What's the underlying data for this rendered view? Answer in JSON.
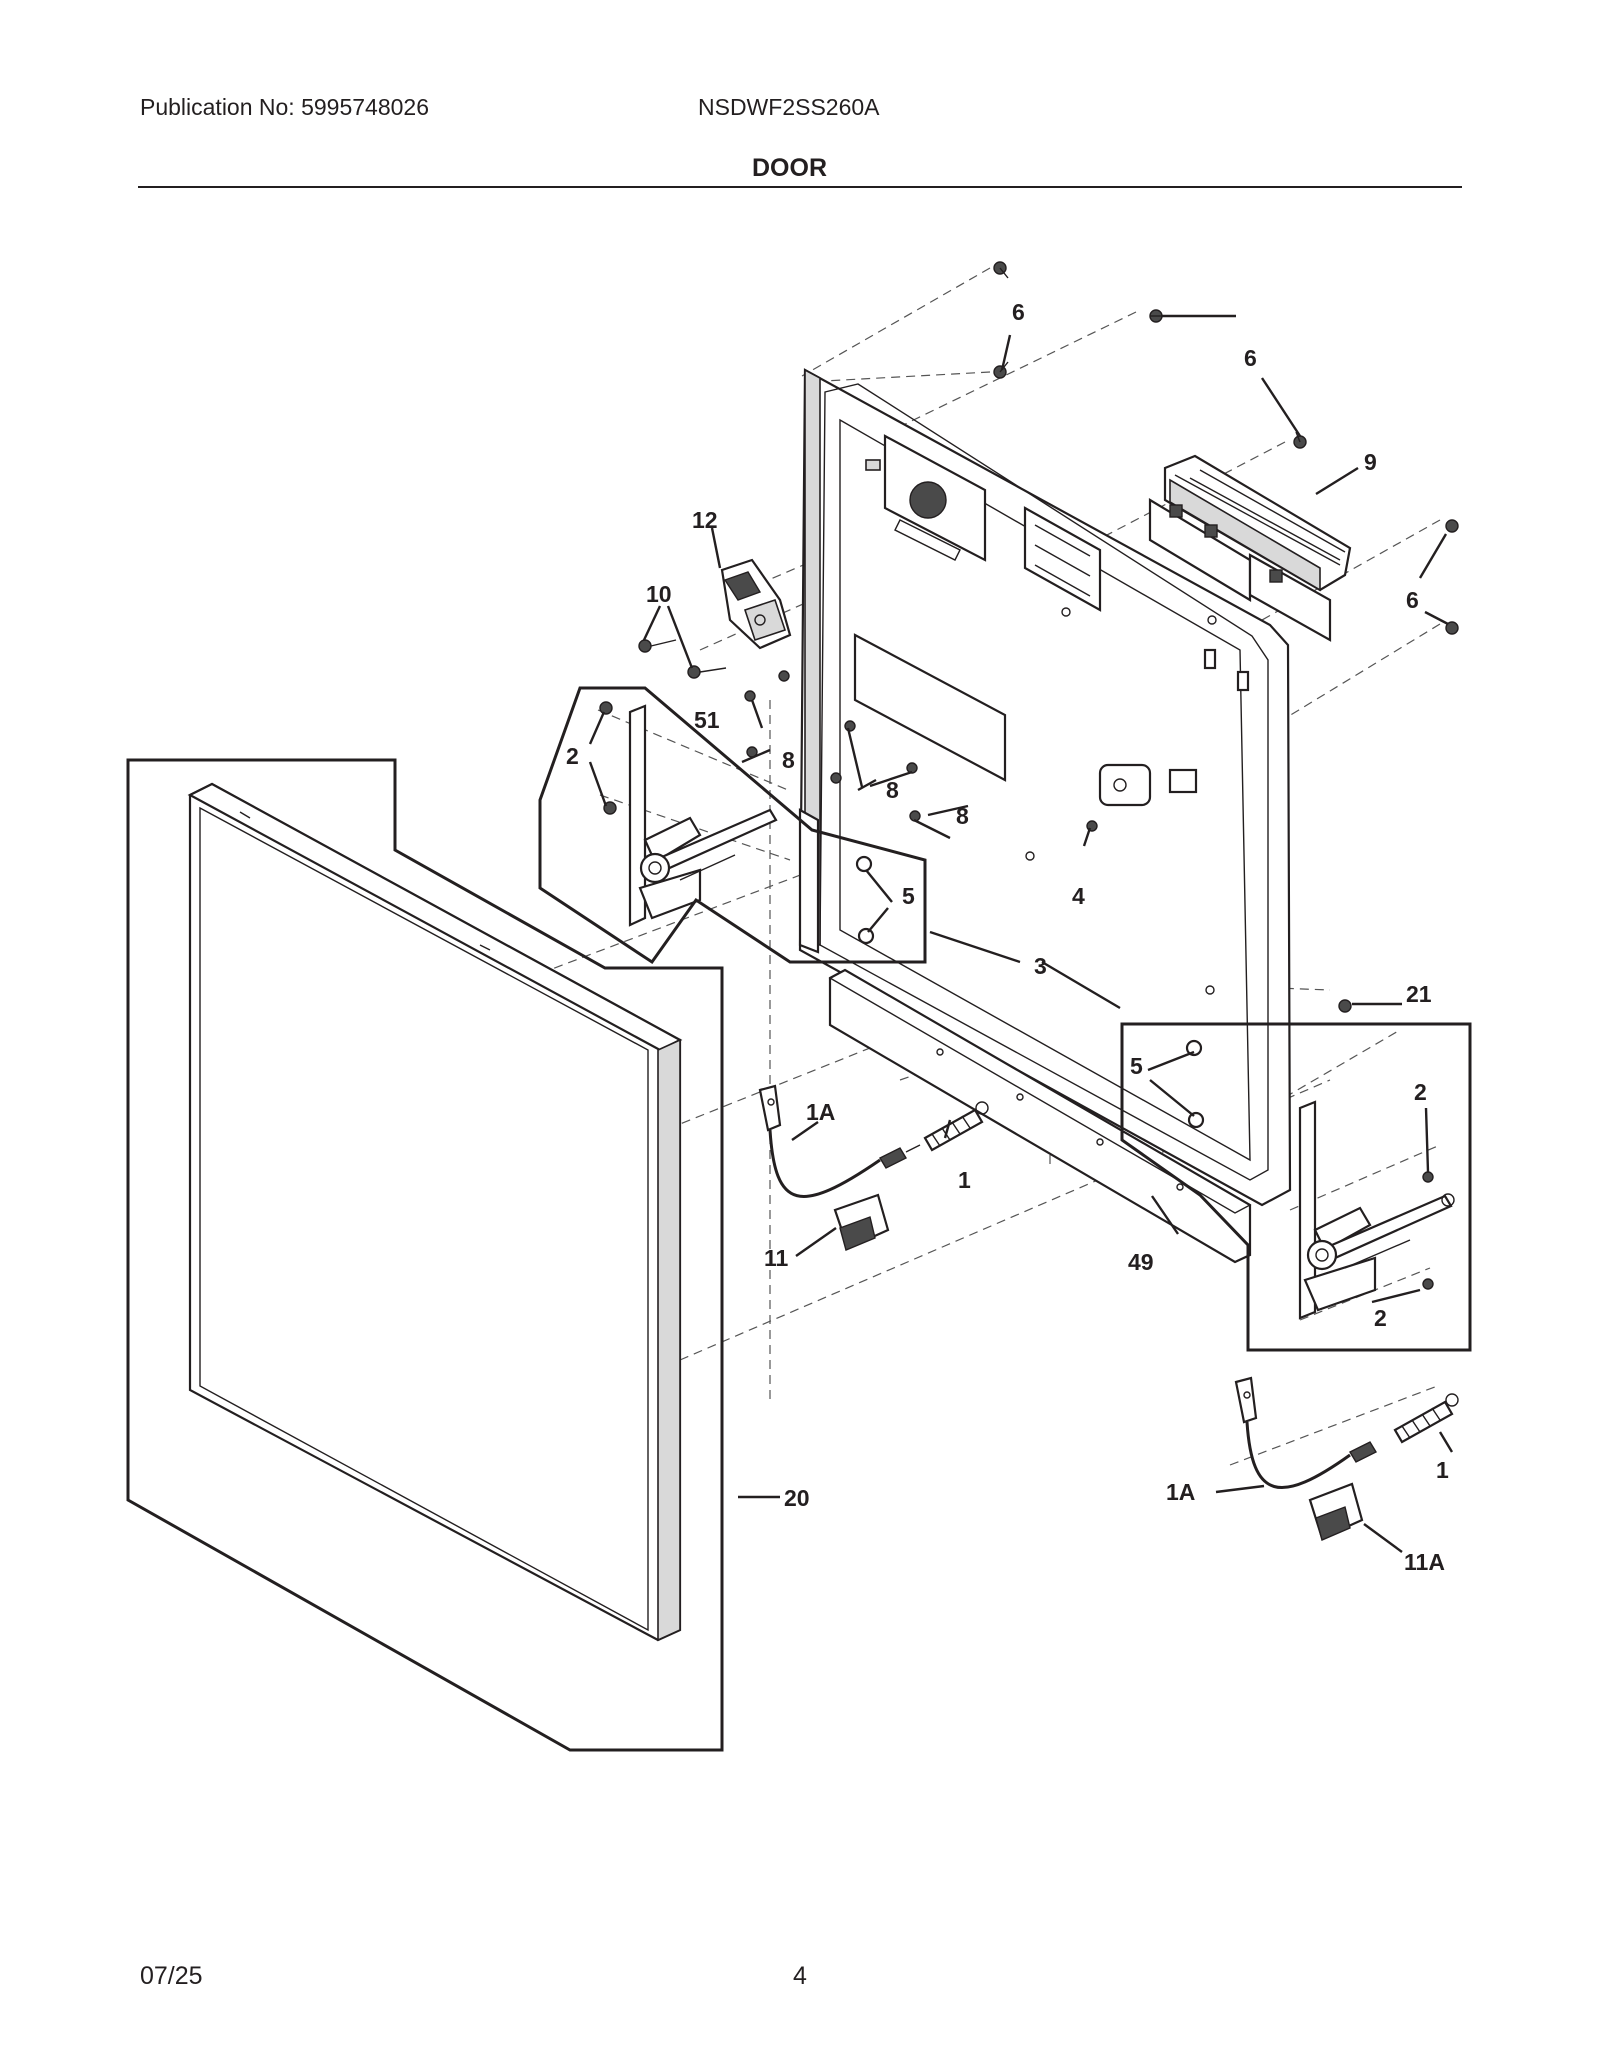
{
  "header": {
    "publication": "Publication No: 5995748026",
    "model": "NSDWF2SS260A",
    "title": "DOOR"
  },
  "footer": {
    "date": "07/25",
    "page": "4"
  },
  "callouts": {
    "c1": "1",
    "c1_b": "1",
    "c1a": "1A",
    "c1a_b": "1A",
    "c2_left": "2",
    "c2_right_top": "2",
    "c2_right_bottom": "2",
    "c3": "3",
    "c4": "4",
    "c5_left": "5",
    "c5_right": "5",
    "c6_top": "6",
    "c6_mid": "6",
    "c6_right": "6",
    "c8_a": "8",
    "c8_b": "8",
    "c8_c": "8",
    "c9": "9",
    "c10": "10",
    "c11": "11",
    "c11a": "11A",
    "c12": "12",
    "c20": "20",
    "c21": "21",
    "c49": "49",
    "c51": "51"
  }
}
